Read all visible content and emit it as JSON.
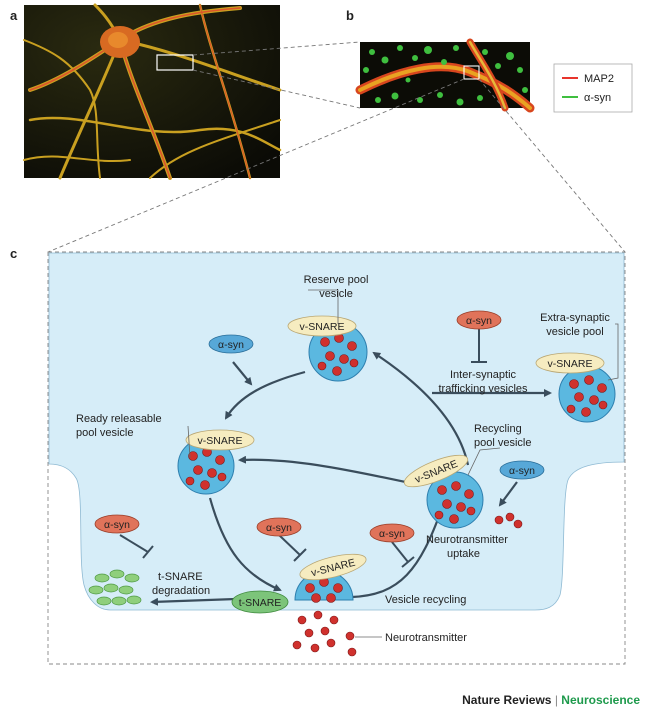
{
  "panels": {
    "a": "a",
    "b": "b",
    "c": "c"
  },
  "legend": {
    "map2": "MAP2",
    "asyn": "α-syn",
    "map2_color": "#e8352c",
    "asyn_color": "#3fbf3f"
  },
  "labels": {
    "reserve_pool_1": "Reserve pool",
    "reserve_pool_2": "vesicle",
    "extra_pool_1": "Extra-synaptic",
    "extra_pool_2": "vesicle pool",
    "ready_pool_1": "Ready releasable",
    "ready_pool_2": "pool vesicle",
    "recycling_pool_1": "Recycling",
    "recycling_pool_2": "pool vesicle",
    "inter_synaptic_1": "Inter-synaptic",
    "inter_synaptic_2": "trafficking vesicles",
    "nt_uptake_1": "Neurotransmitter",
    "nt_uptake_2": "uptake",
    "tsnare_deg_1": "t-SNARE",
    "tsnare_deg_2": "degradation",
    "vesicle_recycling": "Vesicle recycling",
    "neurotransmitter": "Neurotransmitter"
  },
  "ovals": {
    "v_snare": "v-SNARE",
    "t_snare": "t-SNARE",
    "asyn": "α-syn"
  },
  "colors": {
    "terminal_fill": "#d6edf8",
    "vesicle_fill": "#5bb8e0",
    "dot": "#d0312d",
    "vsnare_fill": "#f6ecc0",
    "asyn_blue": "#57a8d8",
    "asyn_red": "#e0735a",
    "tsnare_fill": "#7cc47a",
    "arrow": "#3a4d5c"
  },
  "journal": {
    "name": "Nature Reviews",
    "separator": "|",
    "subject": "Neuroscience"
  }
}
